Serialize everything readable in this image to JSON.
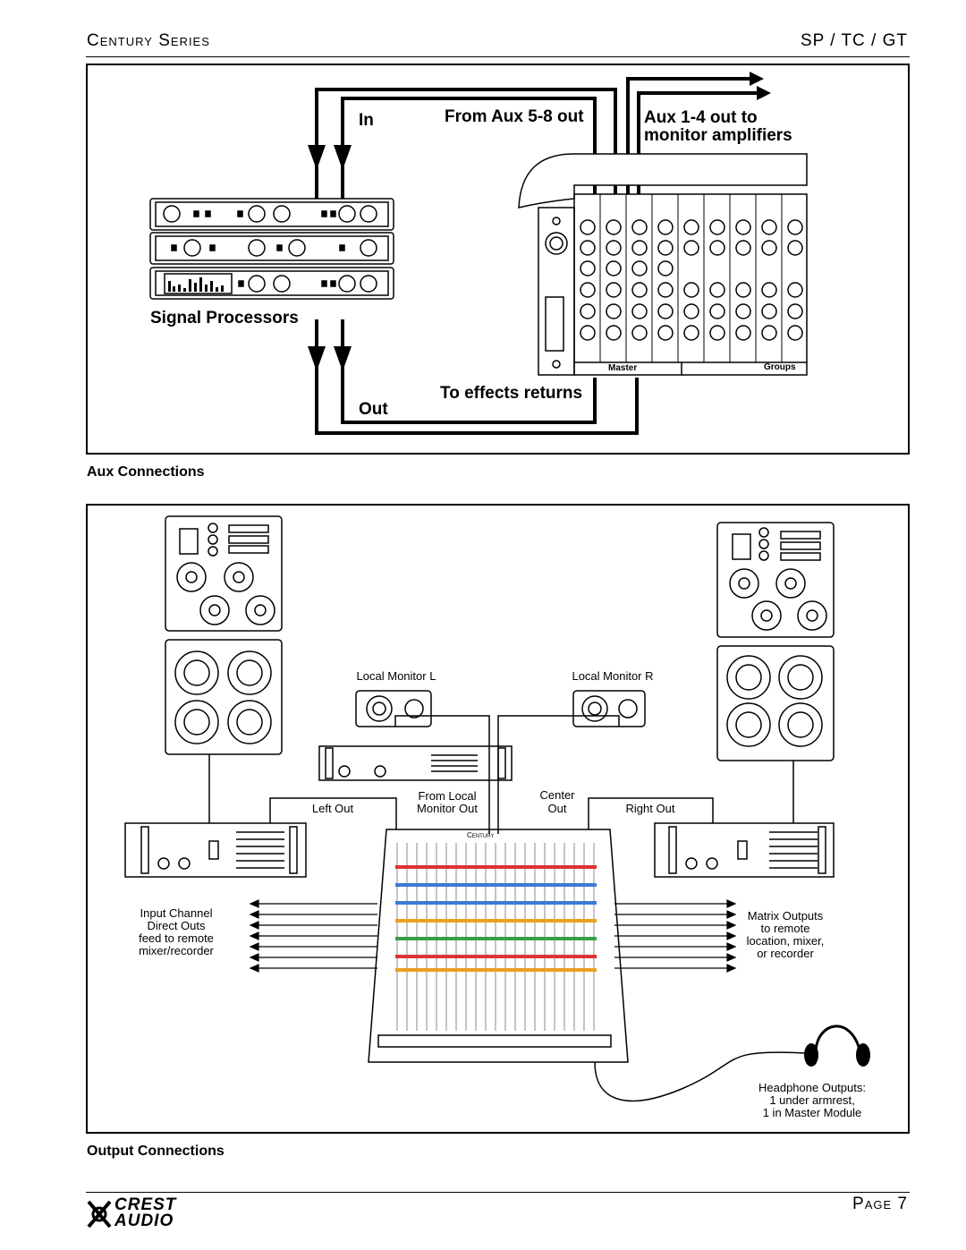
{
  "header": {
    "left": "Century Series",
    "right": "SP / TC / GT"
  },
  "aux_diagram": {
    "label_in": "In",
    "label_from_aux": "From Aux 5-8 out",
    "label_aux_out_1": "Aux 1-4 out to",
    "label_aux_out_2": "monitor amplifiers",
    "label_signal_processors": "Signal Processors",
    "label_out": "Out",
    "label_effects_returns": "To effects returns",
    "label_master": "Master",
    "label_groups": "Groups"
  },
  "aux_caption": "Aux Connections",
  "output_diagram": {
    "local_monitor_l": "Local Monitor L",
    "local_monitor_r": "Local Monitor R",
    "left_out": "Left Out",
    "from_local_1": "From Local",
    "from_local_2": "Monitor Out",
    "center_1": "Center",
    "center_2": "Out",
    "right_out": "Right Out",
    "mixer_brand": "Century",
    "input_channel": [
      "Input Channel",
      "Direct Outs",
      "feed to remote",
      "mixer/recorder"
    ],
    "matrix_outputs": [
      "Matrix Outputs",
      "to remote",
      "location, mixer,",
      "or recorder"
    ],
    "headphone": [
      "Headphone Outputs:",
      "1 under armrest,",
      "1 in Master Module"
    ]
  },
  "output_caption": "Output Connections",
  "footer": {
    "logo_line1": "CREST",
    "logo_line2": "AUDIO",
    "page_label": "Page 7"
  }
}
